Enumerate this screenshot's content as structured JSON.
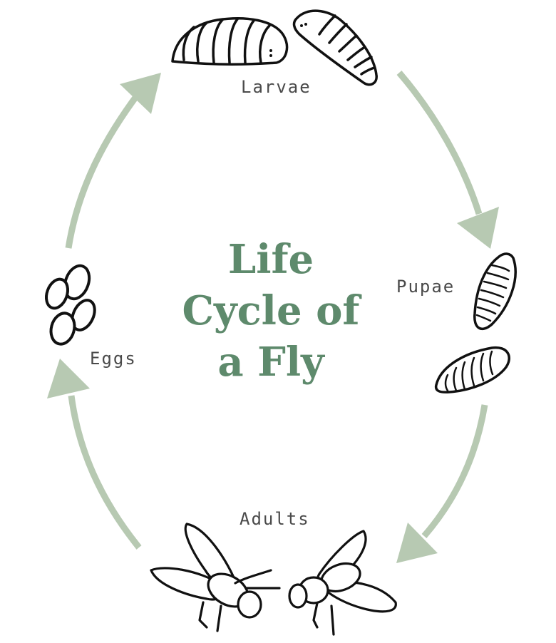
{
  "title": {
    "line1": "Life",
    "line2": "Cycle of",
    "line3": "a Fly"
  },
  "stages": {
    "larvae": "Larvae",
    "pupae": "Pupae",
    "adults": "Adults",
    "eggs": "Eggs"
  },
  "colors": {
    "title": "#5e8a6c",
    "arrow": "#b7c9b2",
    "label": "#4a4a4a",
    "drawing": "#111111"
  },
  "cycle_order": [
    "Eggs",
    "Larvae",
    "Pupae",
    "Adults"
  ]
}
